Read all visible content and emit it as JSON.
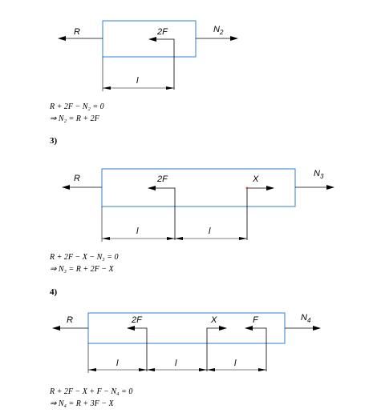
{
  "diagram1": {
    "labels": {
      "r": "R",
      "f": "2F",
      "n": "N",
      "n_sub": "2",
      "len": "l"
    },
    "equations": [
      "R + 2F − N₂ = 0",
      "⇒ N₂ = R + 2F"
    ]
  },
  "diagram2": {
    "heading": "3)",
    "labels": {
      "r": "R",
      "f": "2F",
      "x": "X",
      "n": "N",
      "n_sub": "3",
      "len1": "l",
      "len2": "l"
    },
    "equations": [
      "R + 2F − X − N₃ = 0",
      "⇒ N₃ = R + 2F − X"
    ]
  },
  "diagram3": {
    "heading": "4)",
    "labels": {
      "r": "R",
      "f1": "2F",
      "x": "X",
      "f2": "F",
      "n": "N",
      "n_sub": "4",
      "len1": "l",
      "len2": "l",
      "len3": "l"
    },
    "equations": [
      "R + 2F − X + F − N₄ = 0",
      "⇒ N₄ = R + 3F − X"
    ]
  },
  "colors": {
    "box_stroke": "#2f7fd0",
    "line": "#000000",
    "dot": "#d04040"
  }
}
